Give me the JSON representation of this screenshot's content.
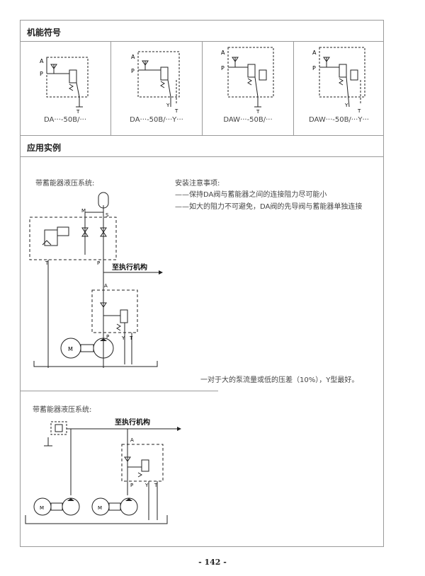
{
  "sections": {
    "symbols_title": "机能符号",
    "examples_title": "应用实例"
  },
  "symbols": [
    {
      "label": "DA···-50B/···"
    },
    {
      "label": "DA···-50B/···Y···"
    },
    {
      "label": "DAW···-50B/···"
    },
    {
      "label": "DAW···-50B/···Y···"
    }
  ],
  "example1": {
    "caption": "带蓄能器液压系统:",
    "notes_title": "安装注意事项:",
    "notes": [
      "——保持DA阀与蓄能器之间的连接阻力尽可能小",
      "——如大的阻力不可避免，DA阀的先导阀与蓄能器单独连接"
    ],
    "to_actuator": "至执行机构",
    "bottom_note": "一对于大的泵流量或低的压差（10%），Y型最好。"
  },
  "example2": {
    "caption": "带蓄能器液压系统:",
    "to_actuator": "至执行机构"
  },
  "port_labels": {
    "a": "A",
    "p": "P",
    "t": "T",
    "y": "Y",
    "m": "M",
    "s": "S",
    "motor": "M"
  },
  "page_number": "- 142 -"
}
